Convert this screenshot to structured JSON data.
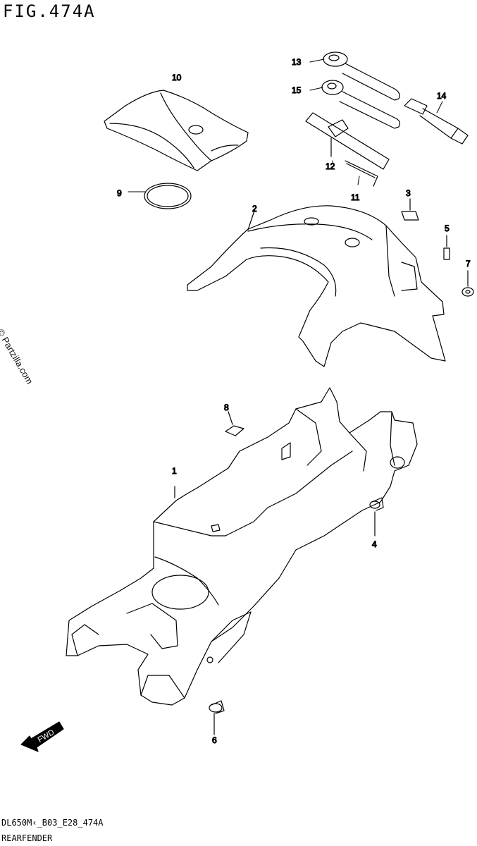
{
  "figure": {
    "title": "FIG.474A",
    "model_code": "DL650M‹_B03_E28_474A",
    "section_title": "REARFENDER",
    "watermark": "© Partzilla.com",
    "fwd_label": "FWD"
  },
  "callouts": {
    "c1": "1",
    "c2": "2",
    "c3": "3",
    "c4": "4",
    "c5": "5",
    "c6": "6",
    "c7": "7",
    "c8": "8",
    "c9": "9",
    "c10": "10",
    "c11": "11",
    "c12": "12",
    "c13": "13",
    "c14": "14",
    "c15": "15"
  },
  "colors": {
    "ink": "#000000",
    "paper": "#ffffff"
  }
}
